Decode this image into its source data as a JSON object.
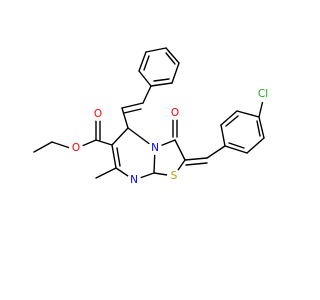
{
  "molecule": {
    "atom_labels": {
      "cl": "Cl",
      "o_ketone": "O",
      "o_carbonyl": "O",
      "o_ether": "O",
      "n_ring": "N",
      "n_imine": "N",
      "s_ring": "S"
    },
    "colors": {
      "bond": "#000000",
      "oxygen": "#ff0000",
      "nitrogen": "#0000ff",
      "sulfur": "#b3a100",
      "chlorine": "#1ea81e"
    }
  }
}
